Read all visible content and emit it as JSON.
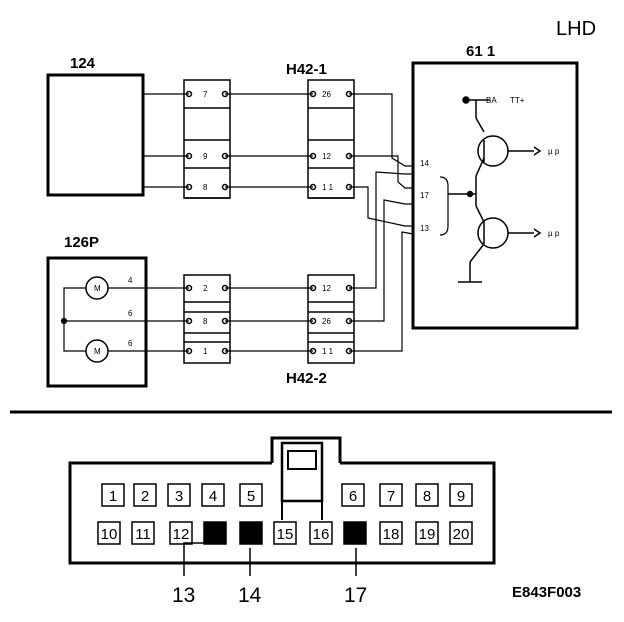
{
  "header": {
    "variant": "LHD"
  },
  "components": {
    "c124": {
      "label": "124"
    },
    "c126p": {
      "label": "126P",
      "motor_label": "M",
      "pins": [
        "4",
        "6",
        "6"
      ]
    },
    "ecu": {
      "label": "61  1",
      "pins": [
        "14",
        "17",
        "13"
      ],
      "supply_labels": [
        "BA",
        "TT+"
      ],
      "signal_labels": [
        "µ p",
        "µ p"
      ]
    },
    "h42_1": {
      "label": "H42-1",
      "pins": [
        "26",
        "12",
        "1 1"
      ]
    },
    "h42_2": {
      "label": "H42-2",
      "pins": [
        "12",
        "26",
        "1 1"
      ]
    },
    "connA": {
      "pins": [
        "7",
        "9",
        "8"
      ]
    },
    "connB": {
      "pins": [
        "2",
        "8",
        "1"
      ]
    }
  },
  "connector_face": {
    "top_row": [
      "1",
      "2",
      "3",
      "4",
      "5",
      "6",
      "7",
      "8",
      "9"
    ],
    "bottom_row": [
      "10",
      "11",
      "12",
      "",
      "",
      "15",
      "16",
      "",
      "18",
      "19",
      "20"
    ],
    "filled_positions": [
      13,
      14,
      17
    ],
    "callouts": [
      "13",
      "14",
      "17"
    ]
  },
  "figure_id": "E843F003"
}
